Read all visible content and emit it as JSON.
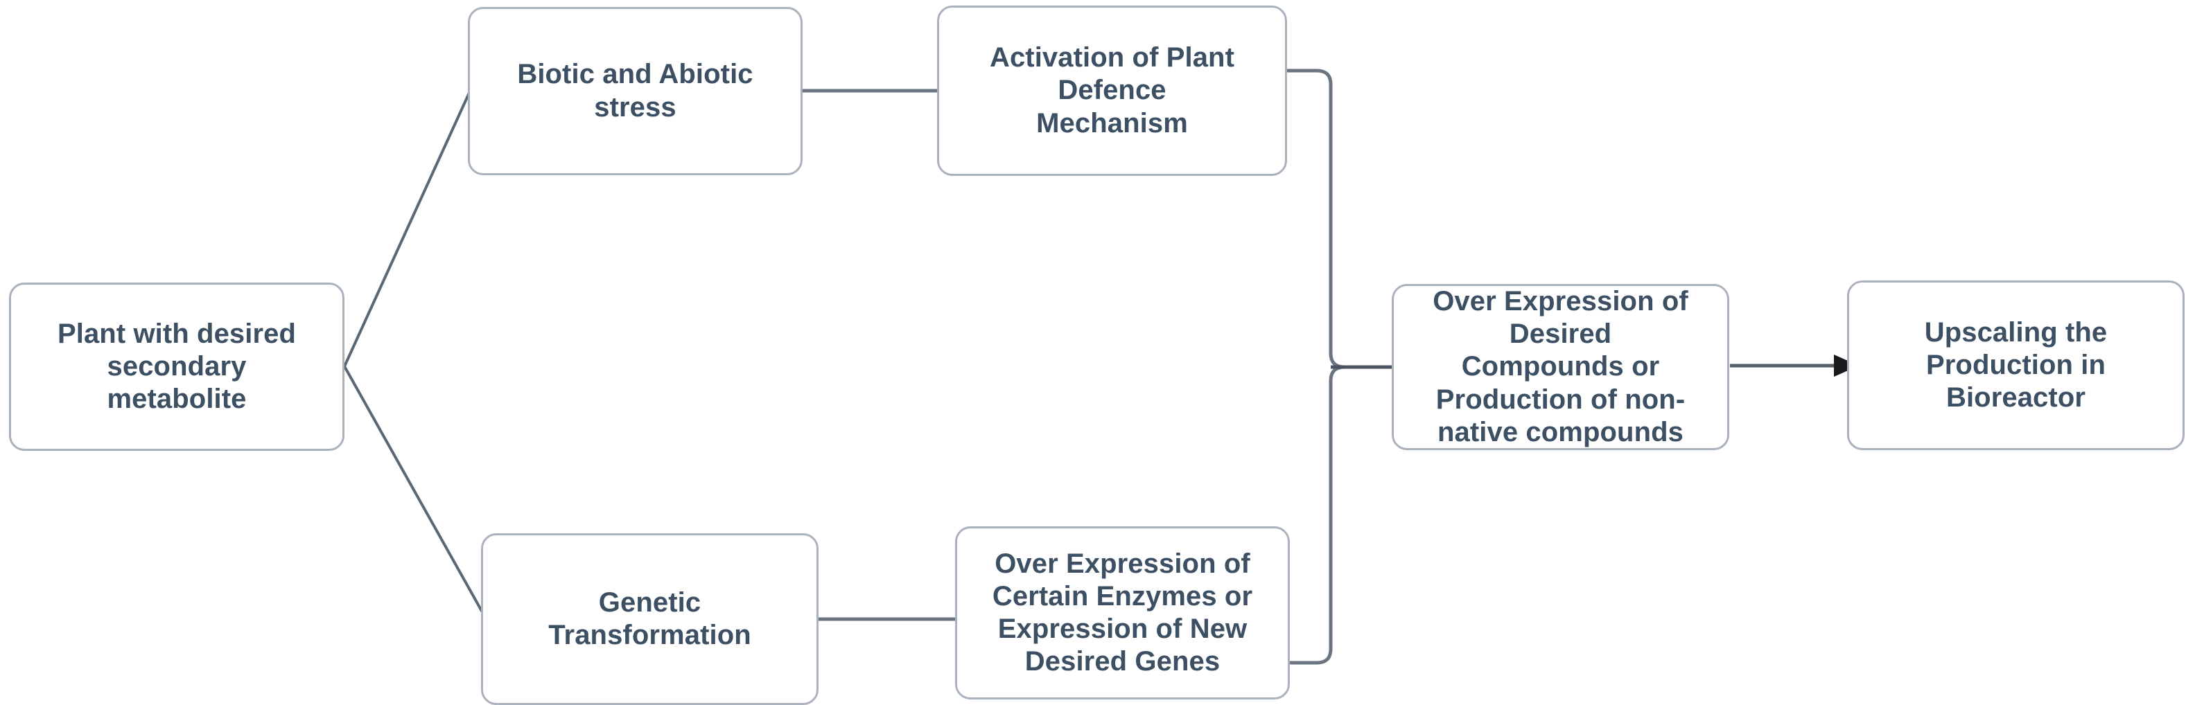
{
  "diagram": {
    "title": "Plant secondary metabolite production workflow",
    "background_color": "#ffffff",
    "node_border_color": "#aab2bd",
    "node_text_color": "#3d4f63",
    "edge_color": "#5a6775",
    "nodes": [
      {
        "id": "plant",
        "label": "Plant with desired\nsecondary\nmetabolite"
      },
      {
        "id": "stress",
        "label": "Biotic and Abiotic\nstress"
      },
      {
        "id": "defence",
        "label": "Activation of Plant\nDefence\nMechanism"
      },
      {
        "id": "gentr",
        "label": "Genetic\nTransformation"
      },
      {
        "id": "overenz",
        "label": "Over Expression of\nCertain Enzymes or\nExpression of New\nDesired Genes"
      },
      {
        "id": "overexp",
        "label": "Over Expression of\nDesired\nCompounds or\nProduction of non-\nnative compounds"
      },
      {
        "id": "upscale",
        "label": "Upscaling the\nProduction in\nBioreactor"
      }
    ],
    "edges": [
      {
        "from": "plant",
        "to": "stress",
        "style": "diagonal",
        "arrow": false
      },
      {
        "from": "plant",
        "to": "gentr",
        "style": "diagonal",
        "arrow": false
      },
      {
        "from": "stress",
        "to": "defence",
        "style": "straight",
        "arrow": false
      },
      {
        "from": "gentr",
        "to": "overenz",
        "style": "straight",
        "arrow": false
      },
      {
        "from": "defence",
        "to": "overexp",
        "style": "elbow-merge",
        "arrow": false
      },
      {
        "from": "overenz",
        "to": "overexp",
        "style": "elbow-merge",
        "arrow": false
      },
      {
        "from": "overexp",
        "to": "upscale",
        "style": "straight",
        "arrow": true
      }
    ]
  }
}
